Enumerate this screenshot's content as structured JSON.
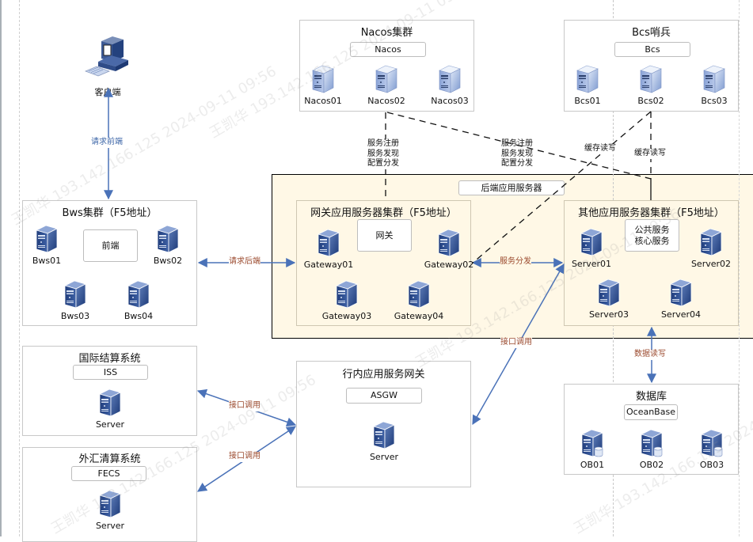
{
  "client": {
    "label": "客户端"
  },
  "edges": {
    "request_frontend": "请求前端",
    "request_backend": "请求后端",
    "service_dispatch": "服务分发",
    "nacos_link": [
      "服务注册",
      "服务发现",
      "配置分发"
    ],
    "bcs_link_1": "缓存读写",
    "bcs_link_2": "缓存读写",
    "interface_call_asgw": "接口调用",
    "interface_call_iss": "接口调用",
    "interface_call_fecs": "接口调用",
    "db_rw": "数据读写"
  },
  "nacos": {
    "title": "Nacos集群",
    "tag": "Nacos",
    "nodes": [
      "Nacos01",
      "Nacos02",
      "Nacos03"
    ]
  },
  "bcs": {
    "title": "Bcs哨兵",
    "tag": "Bcs",
    "nodes": [
      "Bcs01",
      "Bcs02",
      "Bcs03"
    ]
  },
  "bws": {
    "title": "Bws集群（F5地址）",
    "tag": "前端",
    "nodes": [
      "Bws01",
      "Bws02",
      "Bws03",
      "Bws04"
    ]
  },
  "backend_zone": {
    "tag": "后端应用服务器"
  },
  "gateway": {
    "title": "网关应用服务器集群（F5地址）",
    "tag": "网关",
    "nodes": [
      "Gateway01",
      "Gateway02",
      "Gateway03",
      "Gateway04"
    ]
  },
  "other": {
    "title": "其他应用服务器集群（F5地址）",
    "tag_lines": [
      "公共服务",
      "核心服务"
    ],
    "nodes": [
      "Server01",
      "Server02",
      "Server03",
      "Server04"
    ]
  },
  "iss": {
    "title": "国际结算系统",
    "tag": "ISS",
    "node": "Server"
  },
  "fecs": {
    "title": "外汇清算系统",
    "tag": "FECS",
    "node": "Server"
  },
  "asgw": {
    "title": "行内应用服务网关",
    "tag": "ASGW",
    "node": "Server"
  },
  "db": {
    "title": "数据库",
    "tag": "OceanBase",
    "nodes": [
      "OB01",
      "OB02",
      "OB03"
    ]
  },
  "watermark": [
    "王凯华 193.142.166.125 2024-09-11 09:56"
  ],
  "colors": {
    "arrow": "#4a72b8",
    "edge_label": "#9b4a2e",
    "zone_fill": "#fff8e6"
  }
}
